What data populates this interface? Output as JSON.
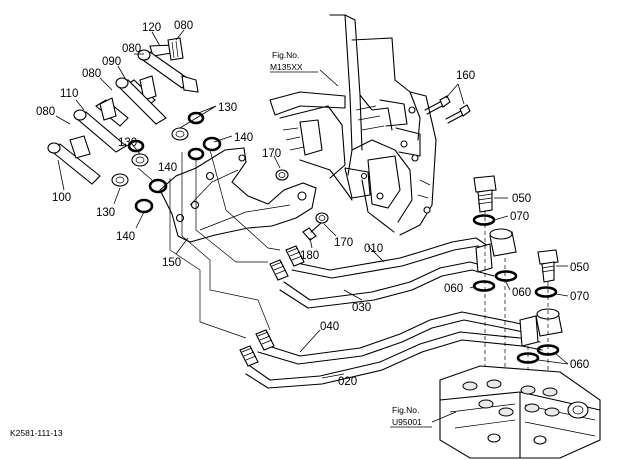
{
  "figure_code": "K2581-111-13",
  "references": [
    {
      "line1": "Fig.No.",
      "line2": "M135XX"
    },
    {
      "line1": "Fig.No.",
      "line2": "U95001"
    }
  ],
  "part_labels": {
    "p010": "010",
    "p020": "020",
    "p030": "030",
    "p040": "040",
    "p050a": "050",
    "p050b": "050",
    "p060a": "060",
    "p060b": "060",
    "p060c": "060",
    "p070a": "070",
    "p070b": "070",
    "p080a": "080",
    "p080b": "080",
    "p080c": "080",
    "p080d": "080",
    "p090": "090",
    "p100": "100",
    "p110": "110",
    "p120": "120",
    "p130a": "130",
    "p130b": "130",
    "p130c": "130",
    "p140a": "140",
    "p140b": "140",
    "p140c": "140",
    "p150": "150",
    "p160": "160",
    "p170a": "170",
    "p170b": "170",
    "p180": "180"
  }
}
